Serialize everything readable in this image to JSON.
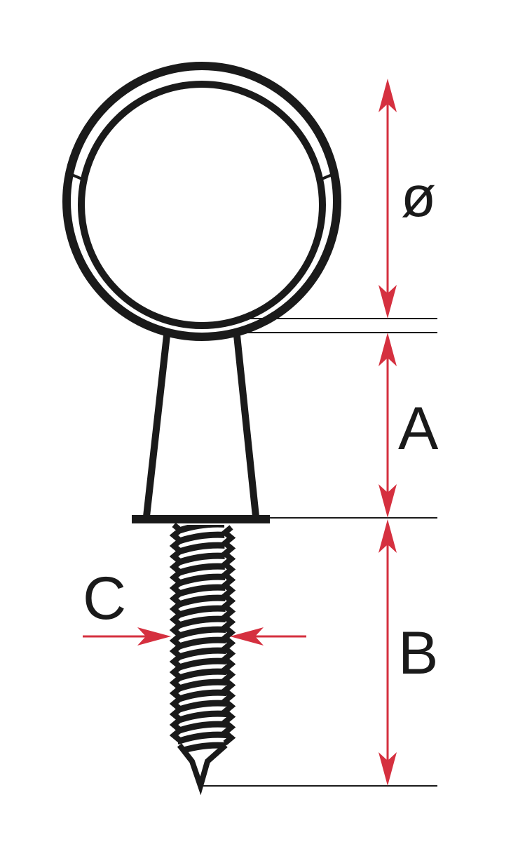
{
  "diagram": {
    "labels": {
      "diameter": "ø",
      "a": "A",
      "b": "B",
      "c": "C"
    },
    "colors": {
      "line": "#1a1a1a",
      "dimension": "#d5303f",
      "background": "#ffffff"
    }
  }
}
